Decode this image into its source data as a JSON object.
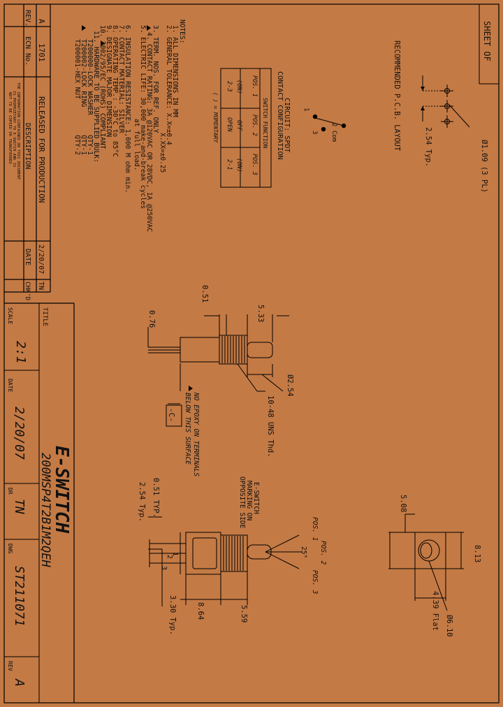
{
  "sheet_label": "SHEET OF",
  "revision_table": {
    "headers": [
      "REV.",
      "ECN No.",
      "DESCRIPTION",
      "DATE",
      "CHK'D"
    ],
    "row": {
      "rev": "A",
      "ecn": "1701",
      "description": "RELEASED FOR PRODUCTION",
      "date": "2/20/07",
      "chkd": "TN"
    },
    "disclaimer": [
      "THE INFORMATION CONTAINED ON THIS DOCUMENT",
      "IS PROPRIETARY TO E-SWITCH AND IS",
      "NOT TO BE COPIED OR TRANSFERRED"
    ]
  },
  "title_block": {
    "title_label": "TITLE",
    "title": "200MSP4T2B1M2QEH",
    "brand": "E-SWITCH",
    "scale_label": "SCALE",
    "scale": "2:1",
    "date_label": "DATE",
    "date": "2/20/07",
    "dr_label": "DR",
    "dr": "TN",
    "dwg_label": "DWG",
    "dwg": "ST211071",
    "rev_label": "REV",
    "rev": "A"
  },
  "notes": {
    "heading": "NOTES:",
    "lines": [
      "1. ALL DIMENSIONS IN MM",
      "2. GENERAL TOLERANCE: X.X=±0.4",
      "X.XX=±0.25",
      "3. TERM. NOS. FOR REF. ONLY",
      "4. CONTACT RATING: 3A @120VAC OR 28VDC, 1A @250VAC",
      "5. ELECTRIC LIFE: 30,000 make-and-break cycles",
      "at full load.",
      "6. INSULATION RESISTANCE: 1,000 M ohm min.",
      "7. CONTACT MATERIAL: SILVER",
      "8. OPERATING TEMP.: -30°C to 85°C",
      "9. DESIGNATE MAJOR DIMENSION",
      "10. 2002/95/EC (ROHS) COMPLIANT",
      "11. HARDWARE TO BE SUPPLIED BULK:",
      "T200000-LOCK WASHER     QTY-1",
      "T200002-LOCK RING       QTY-1",
      "T200001-HEX NUT         QTY-2"
    ]
  },
  "contact_config": {
    "heading1": "CIRCUIT: SPDT",
    "heading2": "CONTACT CONFIGURATION",
    "subheading": "SWITCH FUNCTION",
    "columns": [
      "POS. 1",
      "POS. 2",
      "POS. 3"
    ],
    "rows": [
      [
        "(ON)",
        "OFF",
        "(ON)"
      ],
      [
        "2-3",
        "OPEN",
        "2-1"
      ]
    ],
    "footnote": "( ) = MOMENTARY"
  },
  "schematic": {
    "com": "2 Com",
    "term1": "1",
    "term3": "3"
  },
  "pcb": {
    "heading": "RECOMMENDED P.C.B. LAYOUT",
    "hole": "Ø1.09 (3 PL)",
    "pitch": "2.54 Typ."
  },
  "side_view": {
    "d051": "0.51",
    "d076": "0.76",
    "d533": "5.33",
    "d254": "Ø2.54",
    "thread": "10-48 UNS Thd.",
    "datum": "-C-",
    "epoxy_note": [
      "NO EPOXY ON TERMINALS",
      "BELOW THIS SURFACE"
    ],
    "marking": [
      "E-SWITCH",
      "MARKING ON",
      "OPPOSITE SIDE"
    ]
  },
  "front_view": {
    "pos1": "POS. 1",
    "pos2": "POS. 2",
    "pos3": "POS. 3",
    "angle": "25°",
    "d051typ": "0.51 TYP.",
    "d254typ": "2.54 Typ.",
    "t1": "1",
    "t2": "2",
    "t3": "3",
    "d330typ": "3.30 Typ.",
    "d864": "8.64",
    "d559": "5.59"
  },
  "end_view": {
    "d508": "5.08",
    "d813": "8.13",
    "d439": "4.39 Flat",
    "d610": "Ø6.10"
  }
}
